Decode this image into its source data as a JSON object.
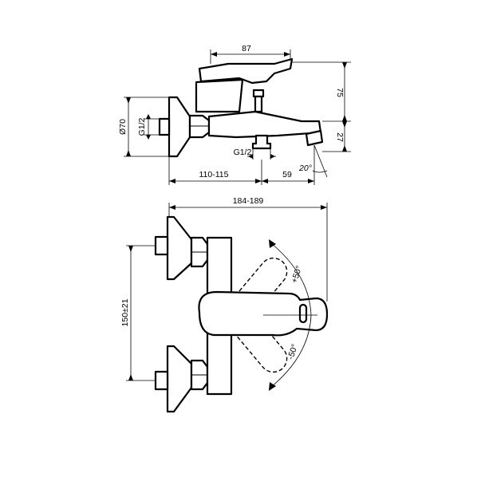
{
  "dimensions": {
    "handle_width": "87",
    "body_height": "75",
    "spout_height": "27",
    "wall_diameter": "Ø70",
    "inlet_thread": "G1/2",
    "outlet_thread": "G1/2",
    "wall_to_spout": "110-115",
    "spout_reach": "59",
    "spout_angle": "20°",
    "total_depth": "184-189",
    "inlet_spacing": "150±21",
    "swing_positive": "+50°",
    "swing_negative": "-50°"
  }
}
